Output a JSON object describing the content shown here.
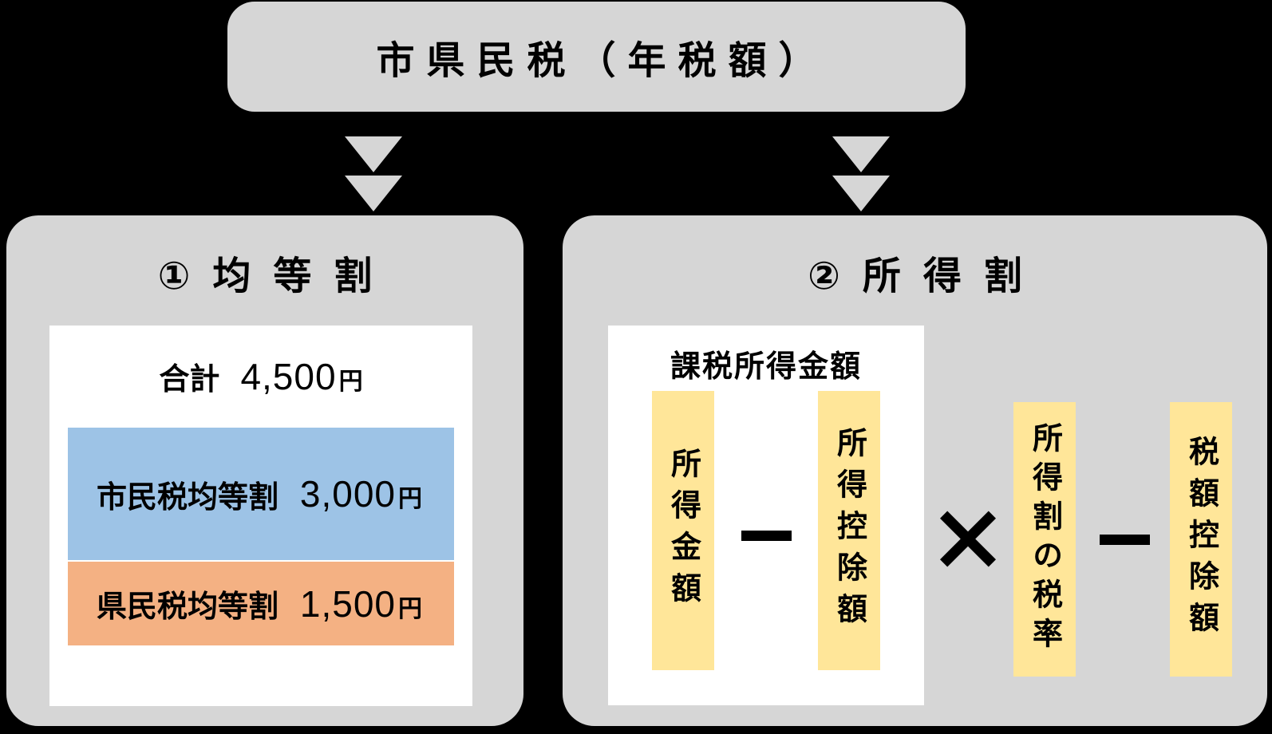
{
  "colors": {
    "background": "#000000",
    "panel_gray": "#d6d6d6",
    "box_white": "#ffffff",
    "city_tax_blue": "#9dc3e6",
    "pref_tax_orange": "#f4b183",
    "item_yellow": "#ffe699",
    "text_black": "#000000"
  },
  "header": {
    "title": "市県民税（年税額）"
  },
  "icons": {
    "left_arrow": "double-chevron-down",
    "right_arrow": "double-chevron-down"
  },
  "per_capita_panel": {
    "title": "①均等割",
    "total": {
      "label": "合計",
      "amount": "4,500",
      "unit": "円"
    },
    "breakdown": [
      {
        "label": "市民税均等割",
        "amount": "3,000",
        "unit": "円",
        "color": "#9dc3e6"
      },
      {
        "label": "県民税均等割",
        "amount": "1,500",
        "unit": "円",
        "color": "#f4b183"
      }
    ]
  },
  "income_based_panel": {
    "title": "②所得割",
    "taxable_income": {
      "label": "課税所得金額",
      "income_amount": "所得金額",
      "minus_operator": "−",
      "income_deduction": "所得控除額"
    },
    "multiply_operator": "×",
    "tax_rate": "所得割の税率",
    "minus_operator": "−",
    "tax_credit": "税額控除額"
  }
}
